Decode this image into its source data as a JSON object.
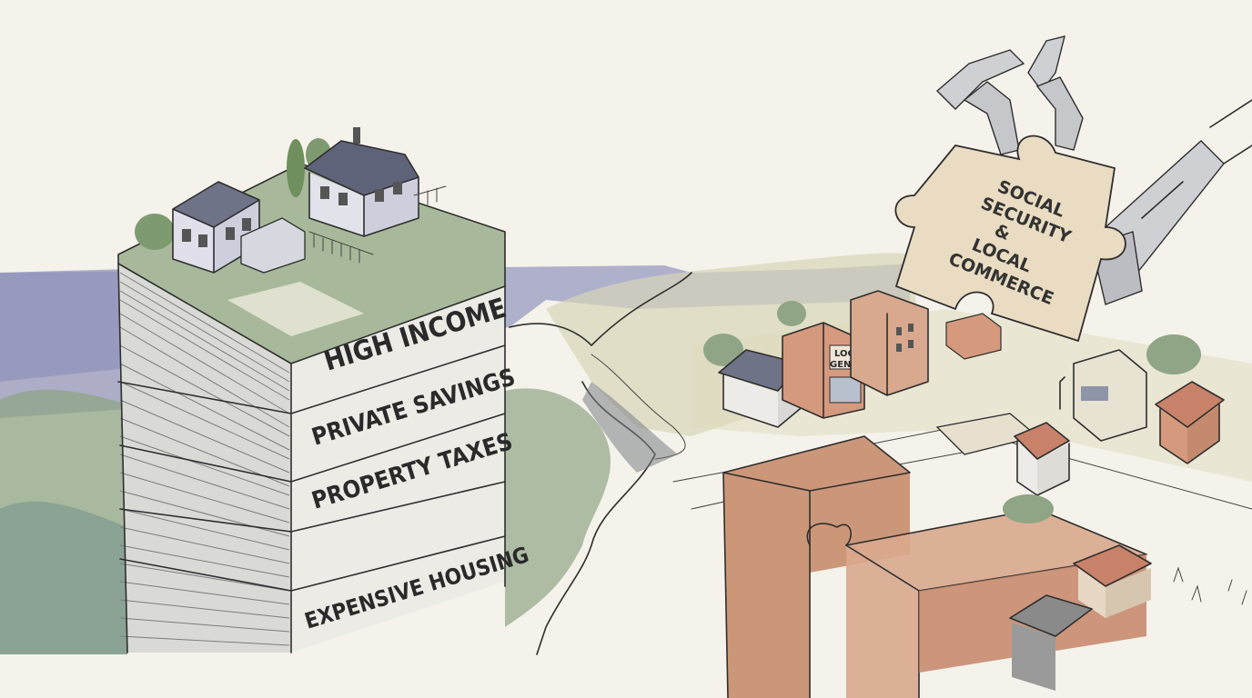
{
  "stack_labels": {
    "top": "HIGH INCOME",
    "second": "PRIVATE SAVINGS",
    "third": "PROPERTY TAXES",
    "bottom": "EXPENSIVE HOUSING"
  },
  "puzzle_piece": {
    "line1": "SOCIAL",
    "line2": "SECURITY",
    "line3": "&",
    "line4": "LOCAL",
    "line5": "COMMERCE"
  },
  "store_sign": {
    "line1": "LOCAL",
    "line2": "GENEROLE"
  },
  "colors": {
    "paper": "#f4f2ea",
    "water": "#8f90b8",
    "foliage": "#8fa585",
    "stack_page": "#ecebe6",
    "puzzle": "#e9dcc2",
    "brick": "#c98f72",
    "ink": "#2e2e2e"
  }
}
